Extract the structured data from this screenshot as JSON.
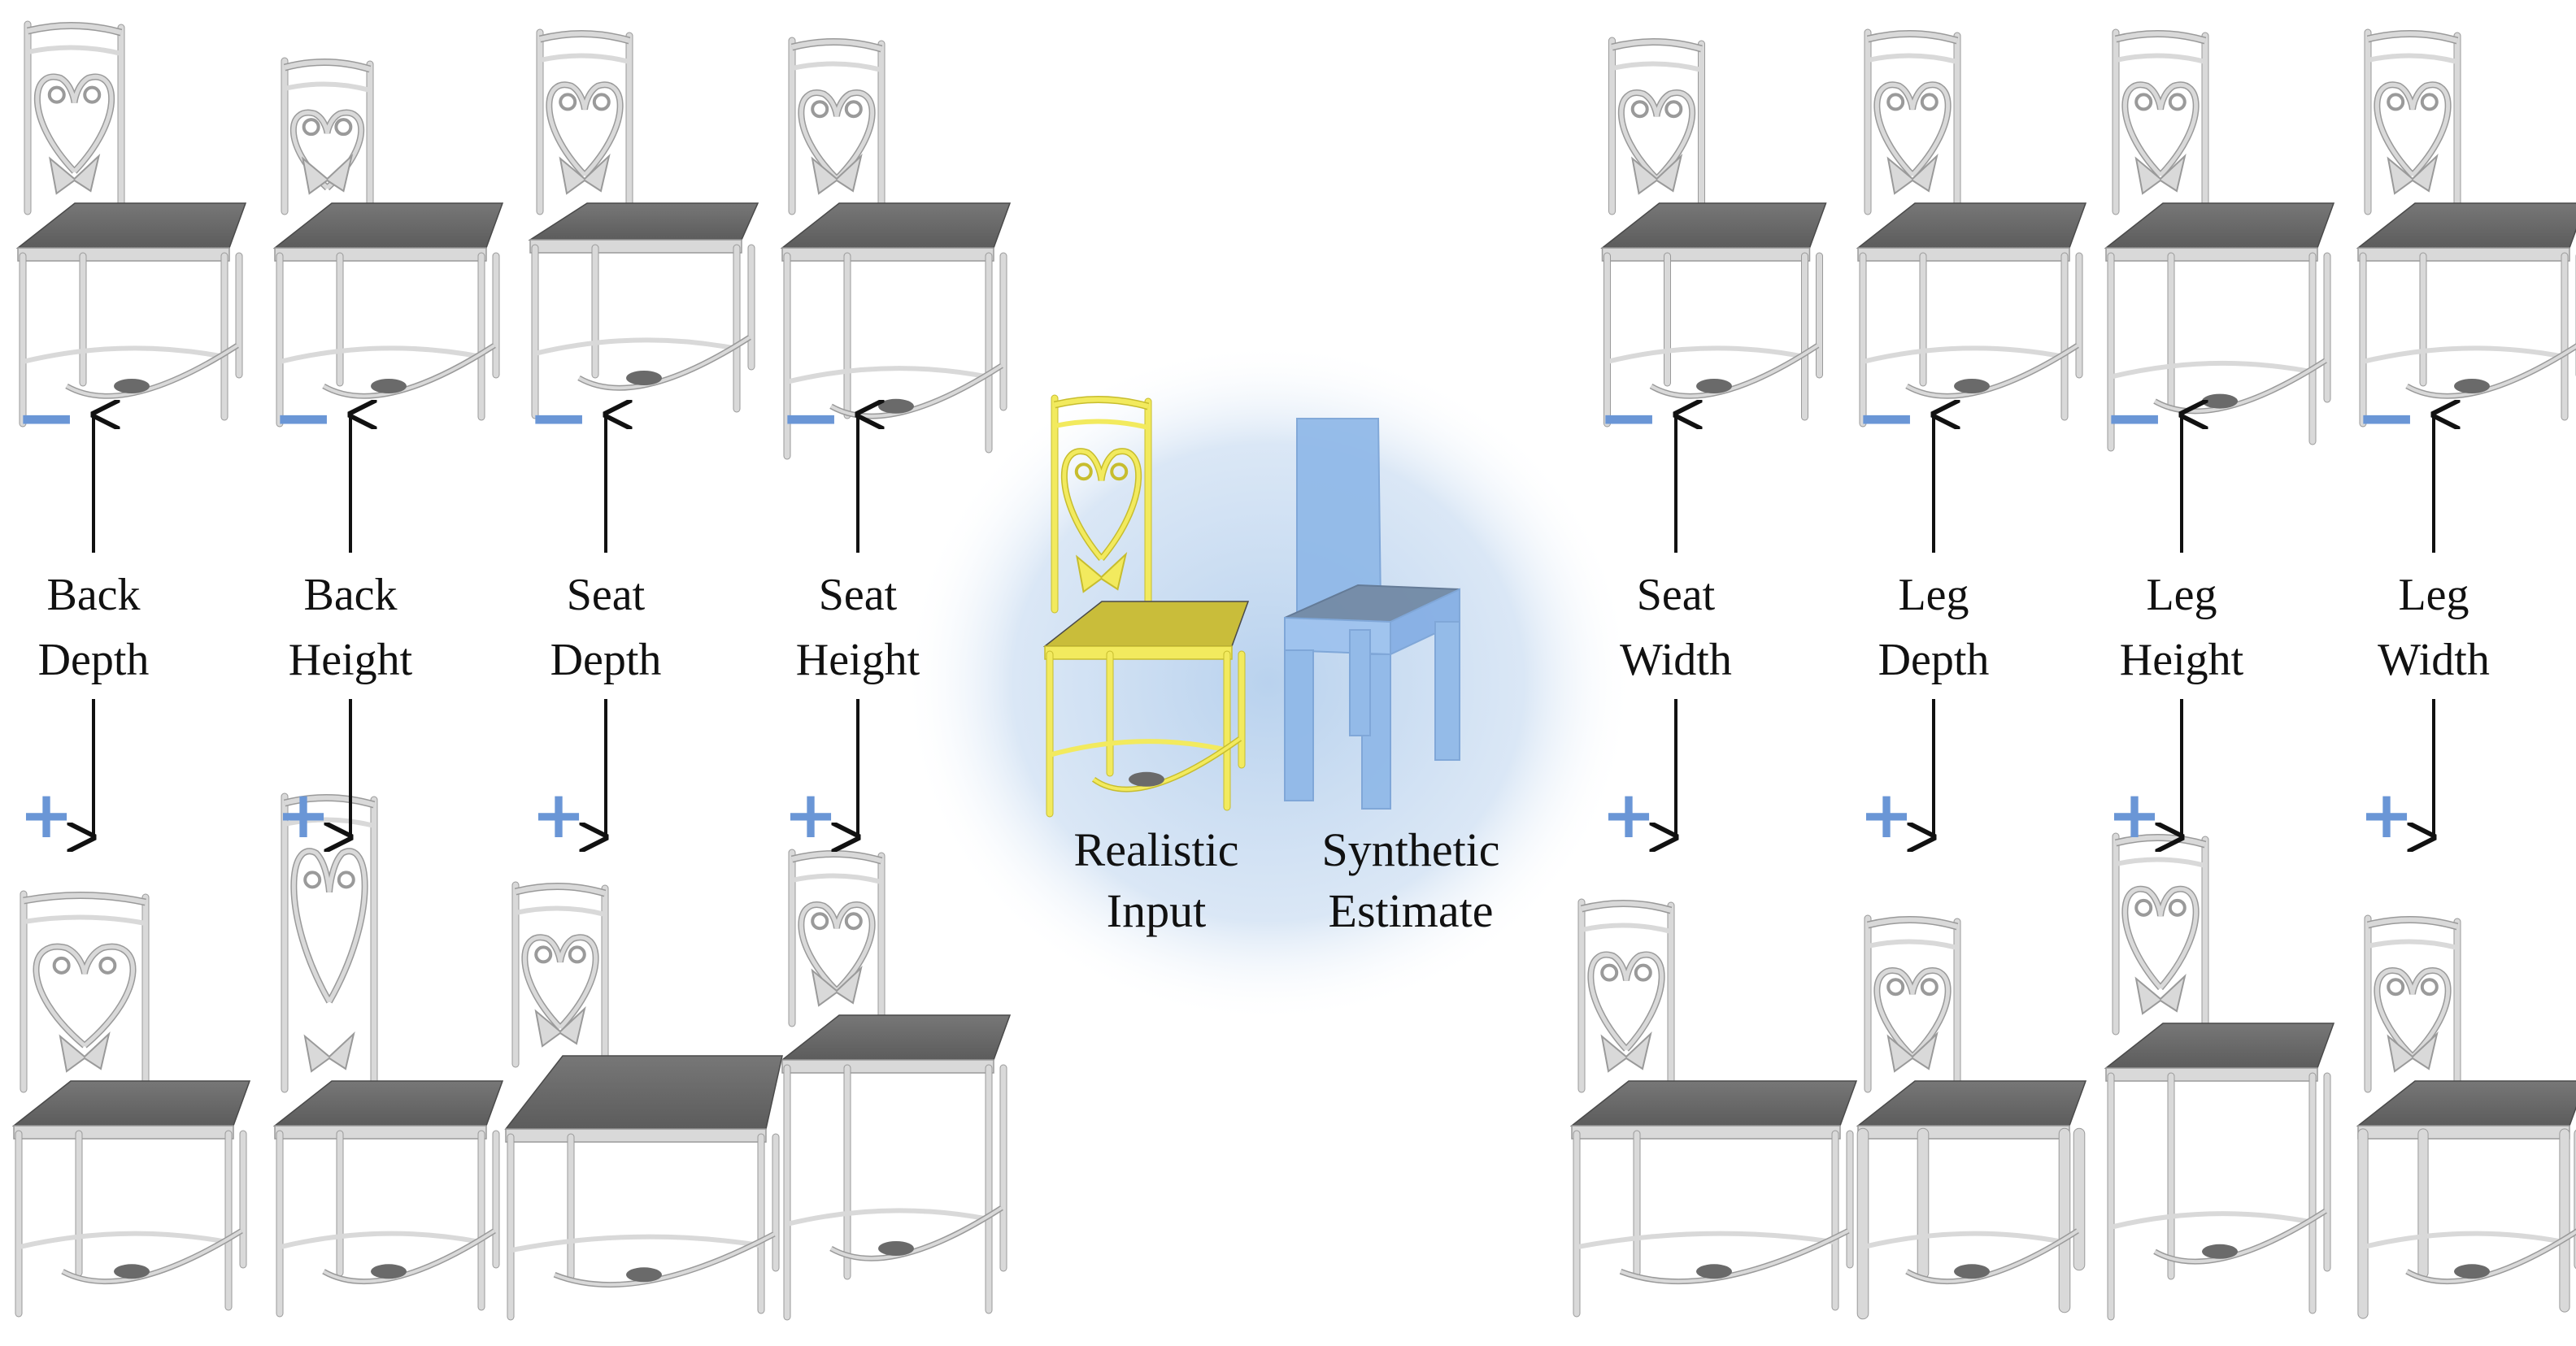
{
  "center": {
    "input_caption": [
      "Realistic",
      "Input"
    ],
    "estimate_caption": [
      "Synthetic",
      "Estimate"
    ],
    "input_color": "#f2ea5e",
    "estimate_color": "#8fb8e8",
    "glow_color": "#b9d2ee"
  },
  "parameters": [
    {
      "id": "back-depth",
      "lines": [
        "Back",
        "Depth"
      ]
    },
    {
      "id": "back-height",
      "lines": [
        "Back",
        "Height"
      ]
    },
    {
      "id": "seat-depth",
      "lines": [
        "Seat",
        "Depth"
      ]
    },
    {
      "id": "seat-height",
      "lines": [
        "Seat",
        "Height"
      ]
    },
    {
      "id": "seat-width",
      "lines": [
        "Seat",
        "Width"
      ]
    },
    {
      "id": "leg-depth",
      "lines": [
        "Leg",
        "Depth"
      ]
    },
    {
      "id": "leg-height",
      "lines": [
        "Leg",
        "Height"
      ]
    },
    {
      "id": "leg-width",
      "lines": [
        "Leg",
        "Width"
      ]
    }
  ],
  "symbols": {
    "minus": "−",
    "plus": "+"
  },
  "colors": {
    "chair": "#d9d9d9",
    "chair_outline": "#9a9a9a",
    "seat_top": "#6e6e6e",
    "sign": "#6a96d6",
    "arrow": "#111111"
  }
}
